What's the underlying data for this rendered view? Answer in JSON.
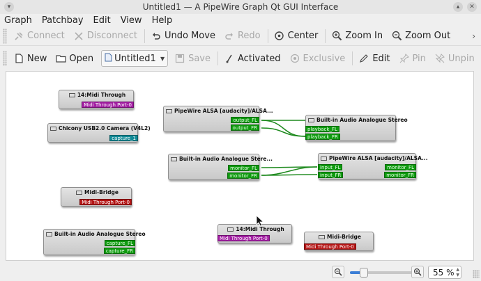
{
  "window": {
    "title": "Untitled1 — A PipeWire Graph Qt GUI Interface"
  },
  "menu": [
    "Graph",
    "Patchbay",
    "Edit",
    "View",
    "Help"
  ],
  "toolbar1": {
    "connect": "Connect",
    "disconnect": "Disconnect",
    "undo_move": "Undo Move",
    "redo": "Redo",
    "center": "Center",
    "zoom_in": "Zoom In",
    "zoom_out": "Zoom Out"
  },
  "toolbar2": {
    "new": "New",
    "open": "Open",
    "patchbay_selected": "Untitled1",
    "save": "Save",
    "activated": "Activated",
    "exclusive": "Exclusive",
    "edit": "Edit",
    "pin": "Pin",
    "unpin": "Unpin"
  },
  "nodes": {
    "midi_through_top": {
      "title": "14:Midi Through",
      "port": "Midi Through Port-0"
    },
    "camera": {
      "title": "Chicony USB2.0 Camera (V4L2)",
      "port": "capture_1"
    },
    "midi_bridge_left": {
      "title": "Midi-Bridge",
      "port": "Midi Through Port-0"
    },
    "analogue_capture": {
      "title": "Built-in Audio Analogue Stereo",
      "ports": [
        "capture_FL",
        "capture_FR"
      ]
    },
    "audacity_out": {
      "title": "PipeWire ALSA [audacity]/ALSA...",
      "ports": [
        "output_FL",
        "output_FR"
      ]
    },
    "analogue_playback": {
      "title": "Built-in Audio Analogue Stereo",
      "ports": [
        "playback_FL",
        "playback_FR"
      ]
    },
    "analogue_monitor": {
      "title": "Built-in Audio Analogue Stere...",
      "ports": [
        "monitor_FL",
        "monitor_FR"
      ]
    },
    "audacity_io": {
      "title": "PipeWire ALSA [audacity]/ALSA...",
      "in_ports": [
        "input_FL",
        "input_FR"
      ],
      "out_ports": [
        "monitor_FL",
        "monitor_FR"
      ]
    },
    "midi_through_bottom": {
      "title": "14:Midi Through",
      "port": "Midi Through Port-0"
    },
    "midi_bridge_right": {
      "title": "Midi-Bridge",
      "port": "Midi Through Port-0"
    }
  },
  "zoom": {
    "value": "55 %",
    "level_percent": 55
  },
  "colors": {
    "audio_port": "#0f9a0f",
    "midi_port": "#a21ea2",
    "midi_bridge_port": "#b41414",
    "video_port": "#118a96",
    "wire": "#1e8a1e"
  }
}
